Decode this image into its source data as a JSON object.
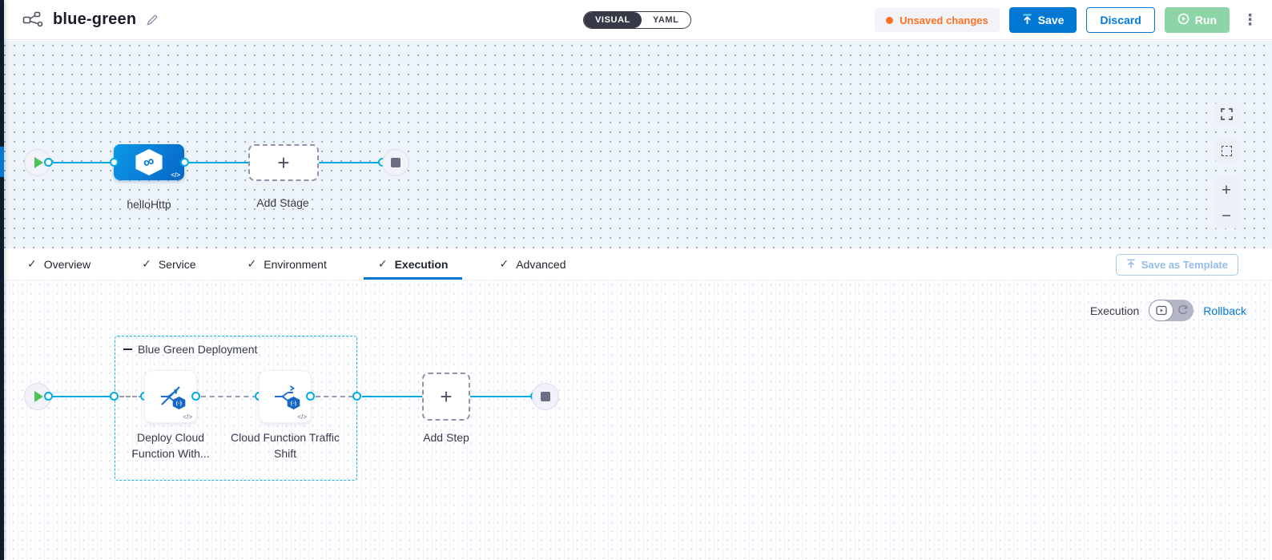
{
  "header": {
    "title": "blue-green",
    "mode_visual": "VISUAL",
    "mode_yaml": "YAML",
    "unsaved_label": "Unsaved changes",
    "save_label": "Save",
    "discard_label": "Discard",
    "run_label": "Run",
    "kebab_glyph": "⋮"
  },
  "stage_pipeline": {
    "stage_name": "helloHttp",
    "stage_icon_glyph": "∞",
    "code_glyph": "</>",
    "add_stage_label": "Add Stage",
    "plus_glyph": "+"
  },
  "canvas_controls": {
    "zoom_in_glyph": "+",
    "zoom_out_glyph": "−"
  },
  "tabs": {
    "check_glyph": "✓",
    "items": [
      {
        "label": "Overview"
      },
      {
        "label": "Service"
      },
      {
        "label": "Environment"
      },
      {
        "label": "Execution"
      },
      {
        "label": "Advanced"
      }
    ],
    "active": "Execution",
    "save_as_template_label": "Save as Template"
  },
  "execution": {
    "mode_label": "Execution",
    "rollback_label": "Rollback",
    "group_title": "Blue Green Deployment",
    "steps": [
      {
        "name": "Deploy Cloud Function With...",
        "badge": "(-)"
      },
      {
        "name": "Cloud Function Traffic Shift",
        "badge": "(-)"
      }
    ],
    "code_glyph": "</>",
    "add_step_label": "Add Step",
    "plus_glyph": "+"
  },
  "colors": {
    "primary_blue": "#0278d5",
    "flow_cyan": "#00ade4",
    "unsaved_orange": "#ff7020",
    "run_green_bg": "#8dd4a6",
    "group_border_cyan": "#14b4e8",
    "toggle_dark": "#383946"
  }
}
